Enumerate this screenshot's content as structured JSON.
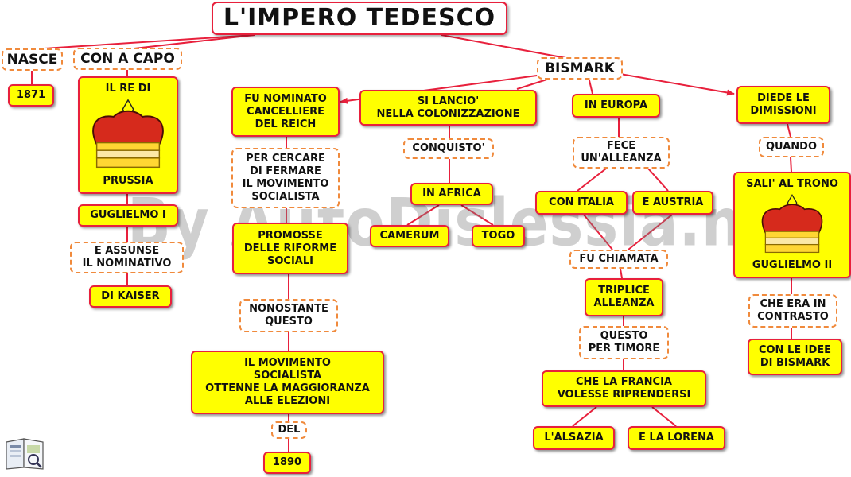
{
  "title": "L'IMPERO TEDESCO",
  "watermark": "By AutoDislessia.net",
  "nodes": {
    "nasce": "NASCE",
    "con_a_capo": "CON A CAPO",
    "bismark": "BISMARK",
    "year_1871": "1871",
    "re_di": "IL RE DI",
    "prussia": "PRUSSIA",
    "guglielmo_i": "GUGLIELMO I",
    "assunse": "E ASSUNSE\nIL NOMINATIVO",
    "kaiser": "DI KAISER",
    "nominato": "FU NOMINATO\nCANCELLIERE\nDEL REICH",
    "per_cercare": "PER CERCARE\nDI FERMARE\nIL MOVIMENTO\nSOCIALISTA",
    "promosse": "PROMOSSE\nDELLE RIFORME\nSOCIALI",
    "nonostante": "NONOSTANTE\nQUESTO",
    "movimento": "IL MOVIMENTO\nSOCIALISTA\nOTTENNE LA MAGGIORANZA\nALLE ELEZIONI",
    "del": "DEL",
    "year_1890": "1890",
    "colonizzazione": "SI LANCIO'\nNELLA COLONIZZAZIONE",
    "conquisto": "CONQUISTO'",
    "africa": "IN AFRICA",
    "camerum": "CAMERUM",
    "togo": "TOGO",
    "europa": "IN EUROPA",
    "alleanza": "FECE\nUN'ALLEANZA",
    "italia": "CON ITALIA",
    "austria": "E AUSTRIA",
    "chiamata": "FU CHIAMATA",
    "triplice": "TRIPLICE\nALLEANZA",
    "timore": "QUESTO\nPER TIMORE",
    "francia": "CHE LA FRANCIA\nVOLESSE RIPRENDERSI",
    "alsazia": "L'ALSAZIA",
    "lorena": "E LA LORENA",
    "dimissioni": "DIEDE LE\nDIMISSIONI",
    "quando": "QUANDO",
    "sali": "SALI' AL TRONO",
    "guglielmo_ii": "GUGLIELMO II",
    "contrasto": "CHE ERA IN\nCONTRASTO",
    "idee": "CON LE IDEE\nDI BISMARK"
  },
  "icons": {
    "crown_left": "crown-icon",
    "crown_right": "crown-icon",
    "logo": "book-logo-icon"
  },
  "colors": {
    "box_fill": "#ffff00",
    "box_border": "#e8203c",
    "link_border": "#f08a3c",
    "line": "#e8203c"
  }
}
